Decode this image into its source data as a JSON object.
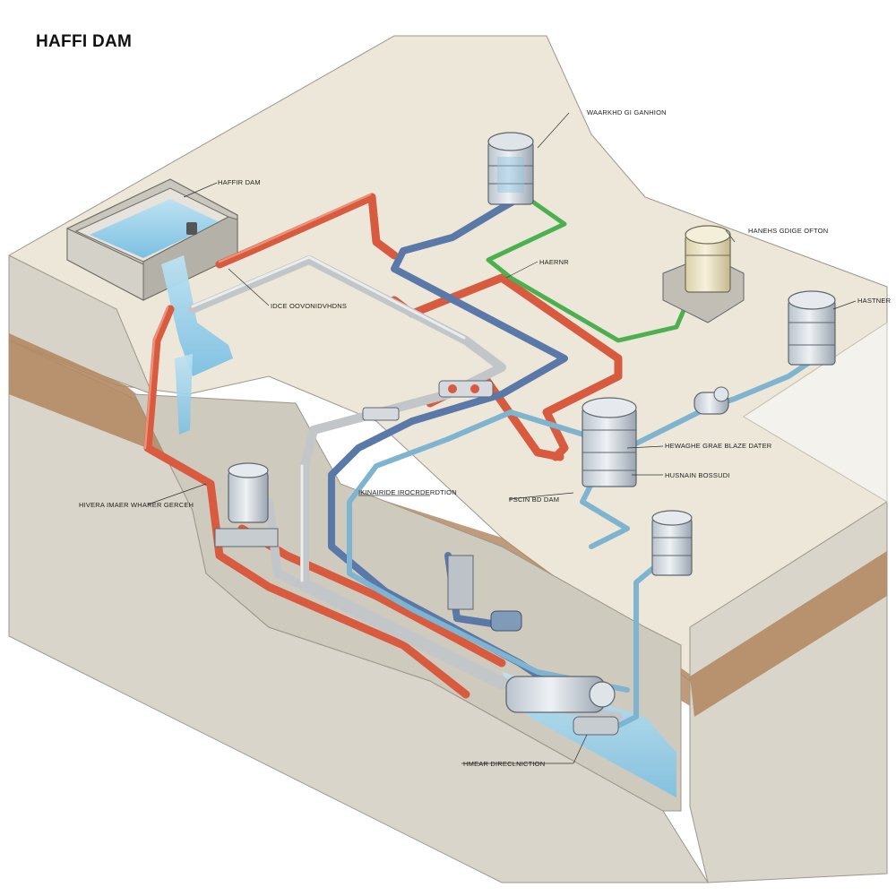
{
  "title": "HAFFI DAM",
  "labels": {
    "dam_inner": "HAFFIR DAM",
    "top_tank": "WAARKHD GI GANHION",
    "tank_right": "HANEHS GDIGE OFTON",
    "far_right": "HASTNER",
    "mid_small": "HAERNR",
    "left_channel": "IDCE OOVONIDVHDNS",
    "left_lower": "HIVERA IMAER WHARER GERCEH",
    "central_pipe": "IKINAIRIDE IROCRDERDTION",
    "center_dam": "FSCIN BD DAM",
    "tank_center_a": "HEWAGHE GRAE BLAZE DATER",
    "tank_center_b": "HUSNAIN BOSSUDI",
    "bottom_pump": "HMEAR DIRECLNICTION"
  },
  "colors": {
    "ground_top": "#ece7d8",
    "concrete": "#d9d5ca",
    "soil": "#b48a64",
    "water": "#9fd0e8",
    "pipe_red": "#d85a3f",
    "pipe_blue": "#5a78a8",
    "pipe_grey": "#c3c6c9",
    "pipe_green": "#4caf50",
    "pipe_lightblue": "#7fb4d0"
  }
}
